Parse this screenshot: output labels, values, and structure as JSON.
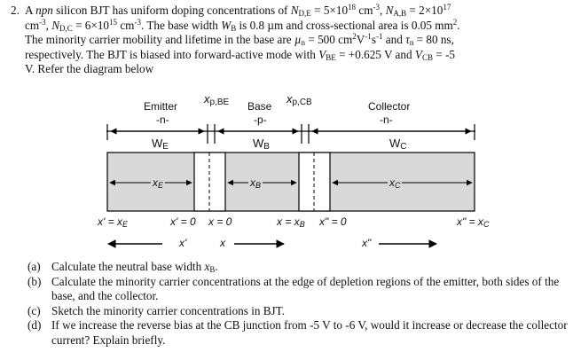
{
  "problem": {
    "number": "2.",
    "intro_a": "A",
    "intro_npn": "npn",
    "intro_b": "silicon BJT has uniform doping concentrations of",
    "nde": "N",
    "nde_sub": "D,E",
    "eq1": " = 5×10",
    "exp18": "18",
    "cm": " cm",
    "neg3": "-3",
    "nab": "N",
    "nab_sub": "A,B",
    "eq2": " = 2×10",
    "exp17": "17",
    "ndc": "N",
    "ndc_sub": "D,C",
    "eq3": " = 6×10",
    "exp15": "15",
    "base_width_text": "The base width",
    "wb": "W",
    "wb_sub": "B",
    "wb_text": "is 0.8 µm and cross-sectional area is 0.05 mm",
    "sq": "2",
    "line3a": "The minority carrier mobility and lifetime in the base are",
    "mun": "µ",
    "mun_sub": "n",
    "mun_val": " = 500 cm",
    "v": "V",
    "neg1": "-1",
    "s": "s",
    "and_text": "and",
    "tau": "τ",
    "tau_sub": "n",
    "tau_val": " = 80 ns,",
    "line4a": "respectively.  The BJT is biased into forward-active mode with",
    "vbe": "V",
    "vbe_sub": "BE",
    "vbe_val": " = +0.625 V and",
    "vcb": "V",
    "vcb_sub": "CB",
    "vcb_val": " = -5",
    "line5": "V. Refer the diagram below"
  },
  "diagram": {
    "emitter": "Emitter",
    "emitter_type": "-n-",
    "we": "W",
    "we_sub": "E",
    "base": "Base",
    "base_type": "-p-",
    "wb": "W",
    "wb_sub": "B",
    "collector": "Collector",
    "collector_type": "-n-",
    "wc": "W",
    "wc_sub": "C",
    "xpbe": "x",
    "xpbe_sub": "p,BE",
    "xpcb": "x",
    "xpcb_sub": "p,CB",
    "xe": "x",
    "xe_sub": "E",
    "xb": "x",
    "xb_sub": "B",
    "xc": "x",
    "xc_sub": "C",
    "label_xp_xe": "x' = x",
    "label_xp_xe_sub": "E",
    "label_xp0": "x' = 0",
    "label_x0": "x = 0",
    "label_x_xb": "x = x",
    "label_x_xb_sub": "B",
    "label_xpp0": "x\" = 0",
    "label_xpp_xc": "x\" = x",
    "label_xpp_xc_sub": "C",
    "arrow_xp": "x'",
    "arrow_x": "x",
    "arrow_xpp": "x\"",
    "colors": {
      "stroke": "#000000",
      "band": "#d9d9d9",
      "depletion": "#ffffff"
    }
  },
  "questions": [
    {
      "label": "(a)",
      "pre": "Calculate the neutral base width",
      "var": "x",
      "var_sub": "B",
      "post": "."
    },
    {
      "label": "(b)",
      "text": "Calculate the minority carrier concentrations at the edge of depletion regions of the emitter, both sides of the base, and the collector."
    },
    {
      "label": "(c)",
      "text": "Sketch the minority carrier concentrations in BJT."
    },
    {
      "label": "(d)",
      "text": "If we increase the reverse bias at the CB junction from -5 V to -6 V, would it increase or decrease the collector current? Explain briefly."
    }
  ]
}
